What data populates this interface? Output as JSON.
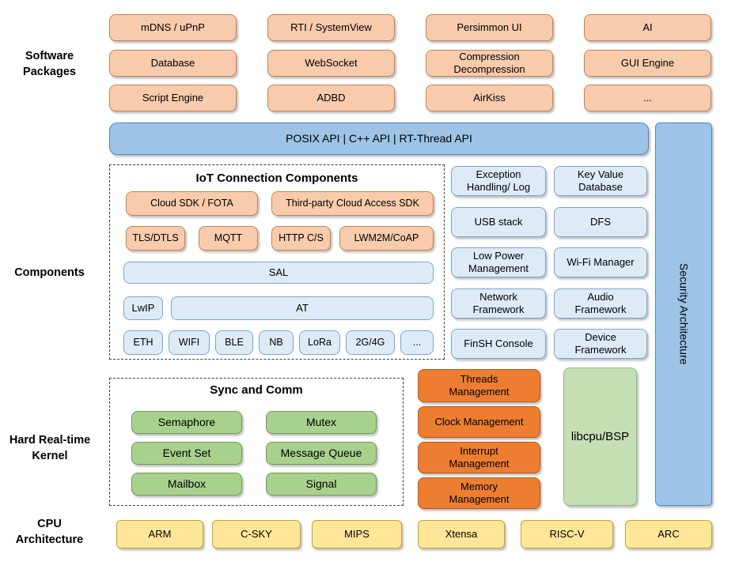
{
  "side_labels": {
    "software_packages": "Software\nPackages",
    "components": "Components",
    "kernel": "Hard Real-time\nKernel",
    "cpu": "CPU\nArchitecture"
  },
  "software_packages": [
    "mDNS / uPnP",
    "RTI / SystemView",
    "Persimmon UI",
    "AI",
    "Database",
    "WebSocket",
    "Compression\nDecompression",
    "GUI Engine",
    "Script Engine",
    "ADBD",
    "AirKiss",
    "..."
  ],
  "api_bar": {
    "label": "POSIX API | C++ API | RT-Thread API"
  },
  "security_bar": {
    "label": "Security Architecture"
  },
  "iot": {
    "title": "IoT Connection Components",
    "cloud_sdk": "Cloud SDK / FOTA",
    "third_party": "Third-party Cloud Access SDK",
    "protocols": [
      "TLS/DTLS",
      "MQTT",
      "HTTP C/S",
      "LWM2M/CoAP"
    ],
    "sal": "SAL",
    "lwip": "LwIP",
    "at": "AT",
    "links": [
      "ETH",
      "WIFI",
      "BLE",
      "NB",
      "LoRa",
      "2G/4G",
      "..."
    ]
  },
  "component_boxes": [
    "Exception\nHandling/ Log",
    "Key Value\nDatabase",
    "USB stack",
    "DFS",
    "Low Power\nManagement",
    "Wi-Fi Manager",
    "Network\nFramework",
    "Audio\nFramework",
    "FinSH Console",
    "Device\nFramework"
  ],
  "kernel": {
    "sync_title": "Sync and Comm",
    "sync_items": [
      "Semaphore",
      "Mutex",
      "Event Set",
      "Message Queue",
      "Mailbox",
      "Signal"
    ],
    "mgmt_items": [
      "Threads\nManagement",
      "Clock Management",
      "Interrupt\nManagement",
      "Memory\nManagement"
    ],
    "libcpu": "libcpu/BSP"
  },
  "cpu_architectures": [
    "ARM",
    "C-SKY",
    "MIPS",
    "Xtensa",
    "RISC-V",
    "ARC"
  ],
  "colors": {
    "package_fill": "#F8CBAD",
    "package_border": "#C9824E",
    "api_fill": "#9DC3E6",
    "api_border": "#4D88C4",
    "light_blue_fill": "#DEEBF7",
    "light_blue_border": "#76A6D4",
    "green_fill": "#A9D18E",
    "green_border": "#6D9B52",
    "dark_orange_fill": "#ED7D31",
    "dark_orange_border": "#B55A15",
    "libcpu_fill": "#C5E0B4",
    "libcpu_border": "#90BB77",
    "yellow_fill": "#FFE699",
    "yellow_border": "#C9A227"
  }
}
